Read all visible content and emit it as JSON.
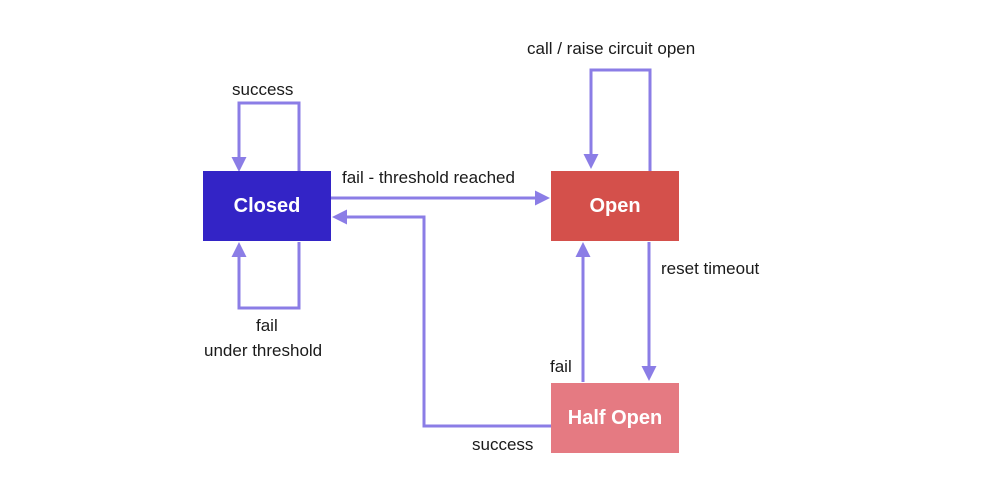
{
  "colors": {
    "closed": "#3324c6",
    "open": "#d4504b",
    "half_open": "#e57a82",
    "arrow": "#8b7de6"
  },
  "states": {
    "closed": "Closed",
    "open": "Open",
    "half_open": "Half Open"
  },
  "transitions": {
    "closed_self_success": "success",
    "closed_self_fail_line1": "fail",
    "closed_self_fail_line2": "under threshold",
    "closed_to_open": "fail - threshold reached",
    "open_self": "call / raise circuit open",
    "open_to_half_open": "reset timeout",
    "half_open_to_open": "fail",
    "half_open_to_closed": "success"
  }
}
